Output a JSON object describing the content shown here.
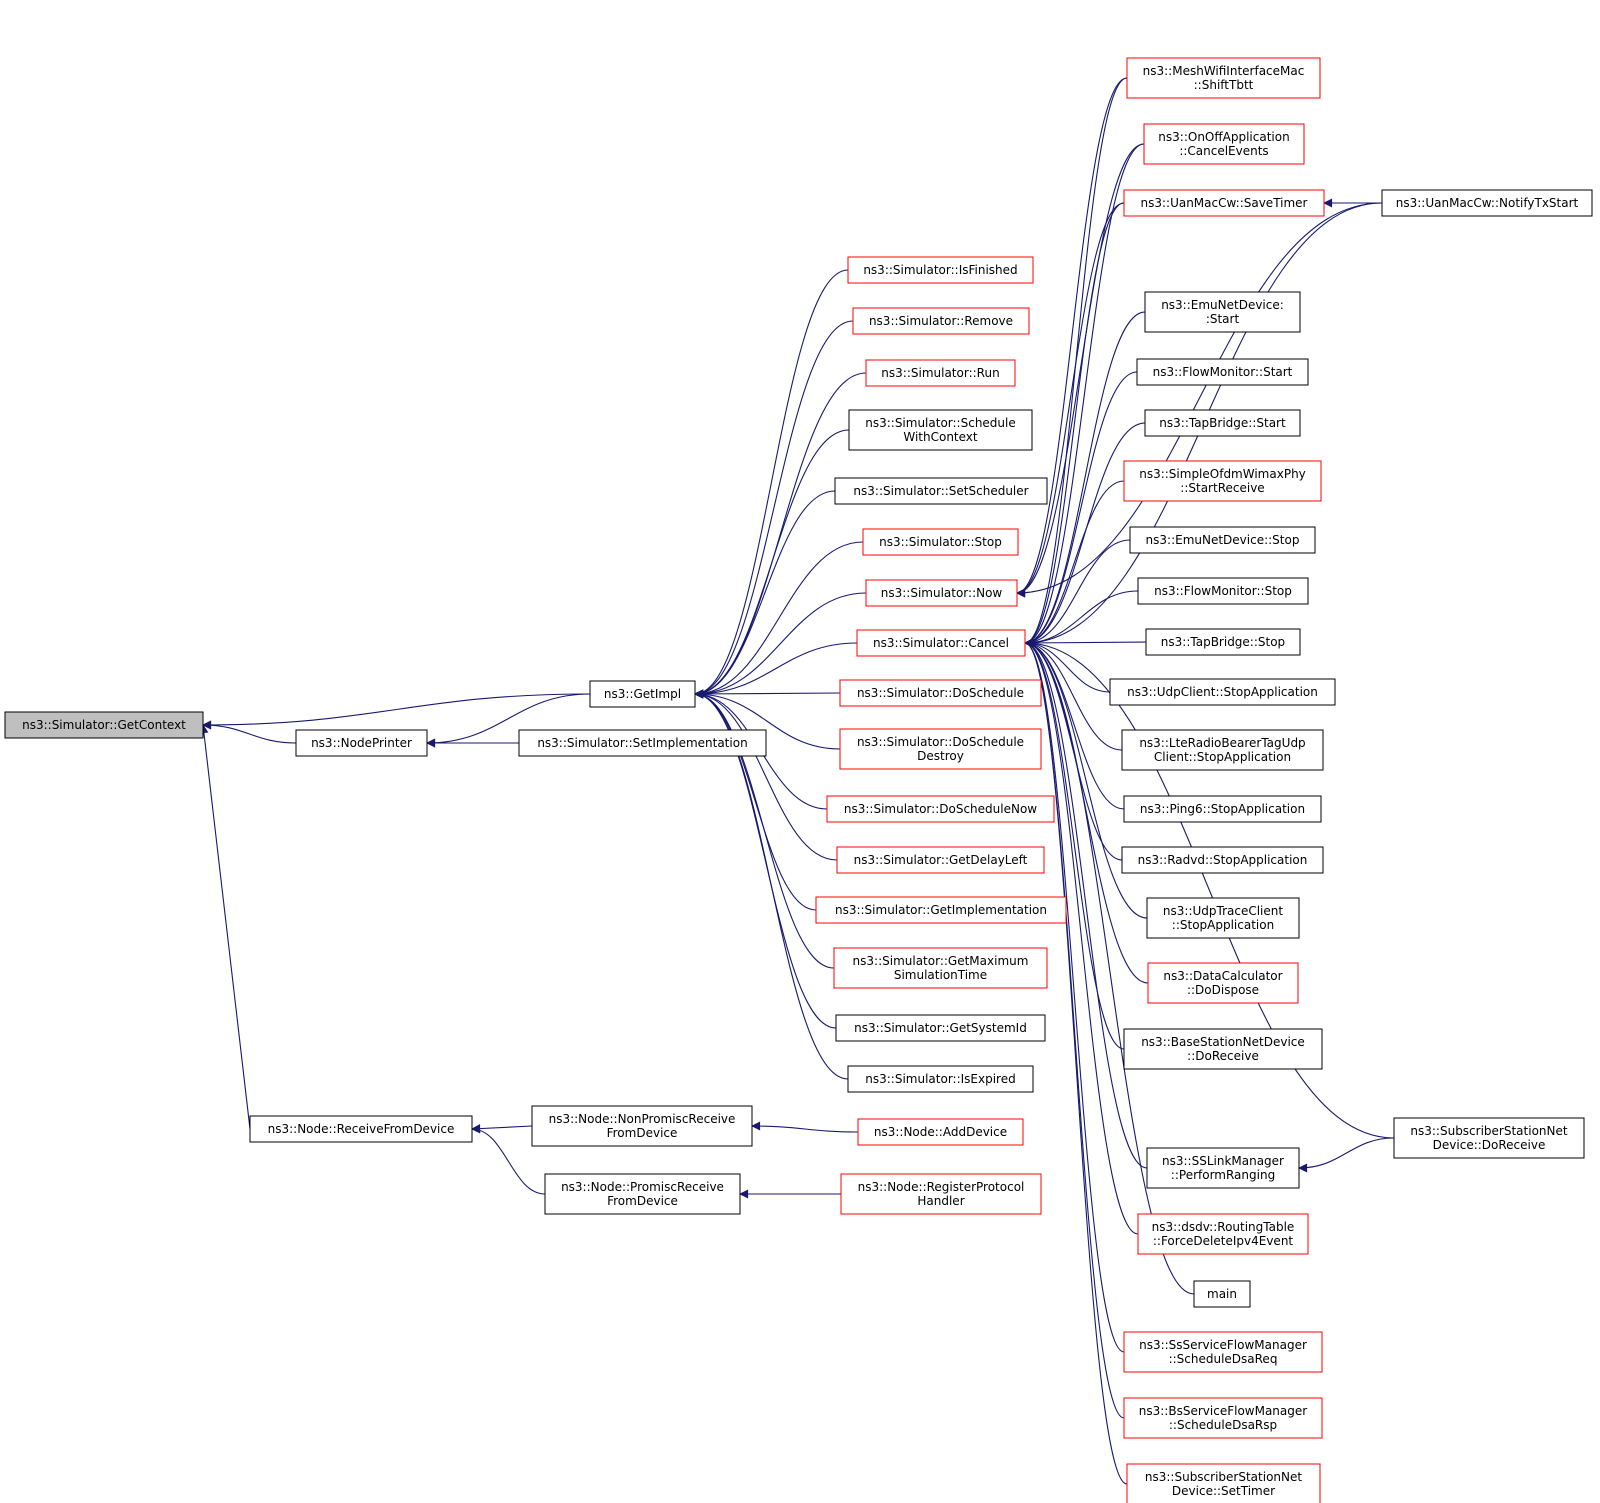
{
  "colors": {
    "edge": "#191970",
    "arrow": "#191970",
    "border_red": "#ff0000",
    "border_black": "#000000",
    "root_fill": "#bfbfbf",
    "node_fill": "#ffffff"
  },
  "nodes": [
    {
      "id": "get-context",
      "lines": [
        "ns3::Simulator::GetContext"
      ],
      "border": "black",
      "root": true
    },
    {
      "id": "node-printer",
      "lines": [
        "ns3::NodePrinter"
      ],
      "border": "black"
    },
    {
      "id": "get-impl",
      "lines": [
        "ns3::GetImpl"
      ],
      "border": "black"
    },
    {
      "id": "set-implementation",
      "lines": [
        "ns3::Simulator::SetImplementation"
      ],
      "border": "black"
    },
    {
      "id": "receive-from-device",
      "lines": [
        "ns3::Node::ReceiveFromDevice"
      ],
      "border": "black"
    },
    {
      "id": "non-promisc-receive",
      "lines": [
        "ns3::Node::NonPromiscReceive",
        "FromDevice"
      ],
      "border": "black"
    },
    {
      "id": "promisc-receive",
      "lines": [
        "ns3::Node::PromiscReceive",
        "FromDevice"
      ],
      "border": "black"
    },
    {
      "id": "add-device",
      "lines": [
        "ns3::Node::AddDevice"
      ],
      "border": "red"
    },
    {
      "id": "register-protocol-handler",
      "lines": [
        "ns3::Node::RegisterProtocol",
        "Handler"
      ],
      "border": "red"
    },
    {
      "id": "is-finished",
      "lines": [
        "ns3::Simulator::IsFinished"
      ],
      "border": "red"
    },
    {
      "id": "remove",
      "lines": [
        "ns3::Simulator::Remove"
      ],
      "border": "red"
    },
    {
      "id": "run",
      "lines": [
        "ns3::Simulator::Run"
      ],
      "border": "red"
    },
    {
      "id": "schedule-with-context",
      "lines": [
        "ns3::Simulator::Schedule",
        "WithContext"
      ],
      "border": "black"
    },
    {
      "id": "set-scheduler",
      "lines": [
        "ns3::Simulator::SetScheduler"
      ],
      "border": "black"
    },
    {
      "id": "stop",
      "lines": [
        "ns3::Simulator::Stop"
      ],
      "border": "red"
    },
    {
      "id": "now",
      "lines": [
        "ns3::Simulator::Now"
      ],
      "border": "red"
    },
    {
      "id": "cancel",
      "lines": [
        "ns3::Simulator::Cancel"
      ],
      "border": "red"
    },
    {
      "id": "do-schedule",
      "lines": [
        "ns3::Simulator::DoSchedule"
      ],
      "border": "red"
    },
    {
      "id": "do-schedule-destroy",
      "lines": [
        "ns3::Simulator::DoSchedule",
        "Destroy"
      ],
      "border": "red"
    },
    {
      "id": "do-schedule-now",
      "lines": [
        "ns3::Simulator::DoScheduleNow"
      ],
      "border": "red"
    },
    {
      "id": "get-delay-left",
      "lines": [
        "ns3::Simulator::GetDelayLeft"
      ],
      "border": "red"
    },
    {
      "id": "get-implementation",
      "lines": [
        "ns3::Simulator::GetImplementation"
      ],
      "border": "red"
    },
    {
      "id": "get-maximum-simulation-time",
      "lines": [
        "ns3::Simulator::GetMaximum",
        "SimulationTime"
      ],
      "border": "red"
    },
    {
      "id": "get-system-id",
      "lines": [
        "ns3::Simulator::GetSystemId"
      ],
      "border": "black"
    },
    {
      "id": "is-expired",
      "lines": [
        "ns3::Simulator::IsExpired"
      ],
      "border": "black"
    },
    {
      "id": "mesh-shift-tbtt",
      "lines": [
        "ns3::MeshWifiInterfaceMac",
        "::ShiftTbtt"
      ],
      "border": "red"
    },
    {
      "id": "onoff-cancel-events",
      "lines": [
        "ns3::OnOffApplication",
        "::CancelEvents"
      ],
      "border": "red"
    },
    {
      "id": "uan-save-timer",
      "lines": [
        "ns3::UanMacCw::SaveTimer"
      ],
      "border": "red"
    },
    {
      "id": "uan-notify-tx-start",
      "lines": [
        "ns3::UanMacCw::NotifyTxStart"
      ],
      "border": "black"
    },
    {
      "id": "emu-start",
      "lines": [
        "ns3::EmuNetDevice:",
        ":Start"
      ],
      "border": "black"
    },
    {
      "id": "flow-monitor-start",
      "lines": [
        "ns3::FlowMonitor::Start"
      ],
      "border": "black"
    },
    {
      "id": "tap-bridge-start",
      "lines": [
        "ns3::TapBridge::Start"
      ],
      "border": "black"
    },
    {
      "id": "ofdm-start-receive",
      "lines": [
        "ns3::SimpleOfdmWimaxPhy",
        "::StartReceive"
      ],
      "border": "red"
    },
    {
      "id": "emu-stop",
      "lines": [
        "ns3::EmuNetDevice::Stop"
      ],
      "border": "black"
    },
    {
      "id": "flow-monitor-stop",
      "lines": [
        "ns3::FlowMonitor::Stop"
      ],
      "border": "black"
    },
    {
      "id": "tap-bridge-stop",
      "lines": [
        "ns3::TapBridge::Stop"
      ],
      "border": "black"
    },
    {
      "id": "udp-client-stop",
      "lines": [
        "ns3::UdpClient::StopApplication"
      ],
      "border": "black"
    },
    {
      "id": "lte-stop",
      "lines": [
        "ns3::LteRadioBearerTagUdp",
        "Client::StopApplication"
      ],
      "border": "black"
    },
    {
      "id": "ping6-stop",
      "lines": [
        "ns3::Ping6::StopApplication"
      ],
      "border": "black"
    },
    {
      "id": "radvd-stop",
      "lines": [
        "ns3::Radvd::StopApplication"
      ],
      "border": "black"
    },
    {
      "id": "udp-trace-stop",
      "lines": [
        "ns3::UdpTraceClient",
        "::StopApplication"
      ],
      "border": "black"
    },
    {
      "id": "data-calc-dispose",
      "lines": [
        "ns3::DataCalculator",
        "::DoDispose"
      ],
      "border": "red"
    },
    {
      "id": "bs-do-receive",
      "lines": [
        "ns3::BaseStationNetDevice",
        "::DoReceive"
      ],
      "border": "black"
    },
    {
      "id": "ss-do-receive",
      "lines": [
        "ns3::SubscriberStationNet",
        "Device::DoReceive"
      ],
      "border": "black"
    },
    {
      "id": "ss-perform-ranging",
      "lines": [
        "ns3::SSLinkManager",
        "::PerformRanging"
      ],
      "border": "black"
    },
    {
      "id": "dsdv-force-delete",
      "lines": [
        "ns3::dsdv::RoutingTable",
        "::ForceDeleteIpv4Event"
      ],
      "border": "red"
    },
    {
      "id": "main",
      "lines": [
        "main"
      ],
      "border": "black"
    },
    {
      "id": "ss-schedule-dsa-req",
      "lines": [
        "ns3::SsServiceFlowManager",
        "::ScheduleDsaReq"
      ],
      "border": "red"
    },
    {
      "id": "bs-schedule-dsa-rsp",
      "lines": [
        "ns3::BsServiceFlowManager",
        "::ScheduleDsaRsp"
      ],
      "border": "red"
    },
    {
      "id": "ss-set-timer",
      "lines": [
        "ns3::SubscriberStationNet",
        "Device::SetTimer"
      ],
      "border": "red"
    }
  ],
  "edges": [
    [
      "node-printer",
      "get-context"
    ],
    [
      "get-impl",
      "get-context"
    ],
    [
      "receive-from-device",
      "get-context"
    ],
    [
      "get-impl",
      "node-printer"
    ],
    [
      "set-implementation",
      "node-printer"
    ],
    [
      "non-promisc-receive",
      "receive-from-device"
    ],
    [
      "promisc-receive",
      "receive-from-device"
    ],
    [
      "add-device",
      "non-promisc-receive"
    ],
    [
      "register-protocol-handler",
      "promisc-receive"
    ],
    [
      "is-finished",
      "get-impl"
    ],
    [
      "remove",
      "get-impl"
    ],
    [
      "run",
      "get-impl"
    ],
    [
      "schedule-with-context",
      "get-impl"
    ],
    [
      "set-scheduler",
      "get-impl"
    ],
    [
      "stop",
      "get-impl"
    ],
    [
      "now",
      "get-impl"
    ],
    [
      "cancel",
      "get-impl"
    ],
    [
      "do-schedule",
      "get-impl"
    ],
    [
      "do-schedule-destroy",
      "get-impl"
    ],
    [
      "do-schedule-now",
      "get-impl"
    ],
    [
      "get-delay-left",
      "get-impl"
    ],
    [
      "get-implementation",
      "get-impl"
    ],
    [
      "get-maximum-simulation-time",
      "get-impl"
    ],
    [
      "get-system-id",
      "get-impl"
    ],
    [
      "is-expired",
      "get-impl"
    ],
    [
      "mesh-shift-tbtt",
      "now"
    ],
    [
      "onoff-cancel-events",
      "now"
    ],
    [
      "uan-save-timer",
      "now"
    ],
    [
      "uan-notify-tx-start",
      "now"
    ],
    [
      "uan-notify-tx-start",
      "uan-save-timer"
    ],
    [
      "mesh-shift-tbtt",
      "cancel"
    ],
    [
      "onoff-cancel-events",
      "cancel"
    ],
    [
      "uan-save-timer",
      "cancel"
    ],
    [
      "uan-notify-tx-start",
      "cancel"
    ],
    [
      "emu-start",
      "cancel"
    ],
    [
      "flow-monitor-start",
      "cancel"
    ],
    [
      "tap-bridge-start",
      "cancel"
    ],
    [
      "ofdm-start-receive",
      "cancel"
    ],
    [
      "emu-stop",
      "cancel"
    ],
    [
      "flow-monitor-stop",
      "cancel"
    ],
    [
      "tap-bridge-stop",
      "cancel"
    ],
    [
      "udp-client-stop",
      "cancel"
    ],
    [
      "lte-stop",
      "cancel"
    ],
    [
      "ping6-stop",
      "cancel"
    ],
    [
      "radvd-stop",
      "cancel"
    ],
    [
      "udp-trace-stop",
      "cancel"
    ],
    [
      "data-calc-dispose",
      "cancel"
    ],
    [
      "bs-do-receive",
      "cancel"
    ],
    [
      "ss-do-receive",
      "cancel"
    ],
    [
      "ss-perform-ranging",
      "cancel"
    ],
    [
      "ss-do-receive",
      "ss-perform-ranging"
    ],
    [
      "dsdv-force-delete",
      "cancel"
    ],
    [
      "main",
      "cancel"
    ],
    [
      "ss-schedule-dsa-req",
      "cancel"
    ],
    [
      "bs-schedule-dsa-rsp",
      "cancel"
    ],
    [
      "ss-set-timer",
      "cancel"
    ]
  ]
}
